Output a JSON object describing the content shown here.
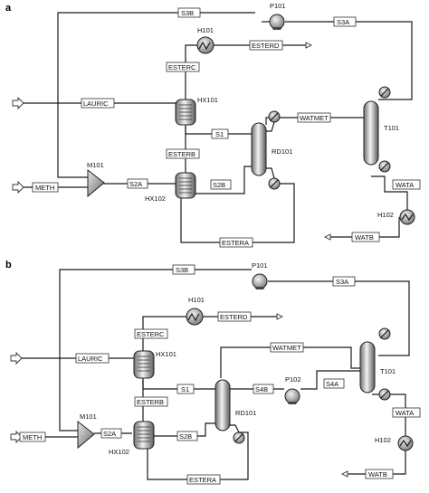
{
  "panels": [
    {
      "label": "a",
      "streams": {
        "s3b": "S3B",
        "s3a": "S3A",
        "esterd": "ESTERD",
        "esterc": "ESTERC",
        "lauric": "LAURIC",
        "s1": "S1",
        "watmet": "WATMET",
        "esterb": "ESTERB",
        "meth": "METH",
        "s2a": "S2A",
        "s2b": "S2B",
        "wata": "WATA",
        "estera": "ESTERA",
        "watb": "WATB"
      },
      "equipment": {
        "p101": "P101",
        "h101": "H101",
        "hx101": "HX101",
        "t101": "T101",
        "rd101": "RD101",
        "m101": "M101",
        "hx102": "HX102",
        "h102": "H102"
      }
    },
    {
      "label": "b",
      "streams": {
        "s3b": "S3B",
        "s3a": "S3A",
        "esterd": "ESTERD",
        "esterc": "ESTERC",
        "lauric": "LAURIC",
        "watmet": "WATMET",
        "s1": "S1",
        "s4b": "S4B",
        "s4a": "S4A",
        "esterb": "ESTERB",
        "meth": "METH",
        "s2a": "S2A",
        "s2b": "S2B",
        "wata": "WATA",
        "estera": "ESTERA",
        "watb": "WATB"
      },
      "equipment": {
        "p101": "P101",
        "h101": "H101",
        "hx101": "HX101",
        "t101": "T101",
        "p102": "P102",
        "rd101": "RD101",
        "m101": "M101",
        "hx102": "HX102",
        "h102": "H102"
      }
    }
  ]
}
